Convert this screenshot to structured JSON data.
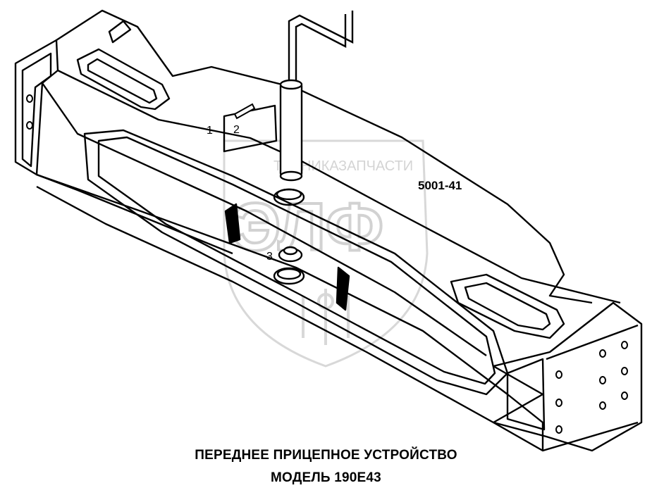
{
  "drawing": {
    "code": "5001-41",
    "callouts": [
      "1",
      "2",
      "3"
    ]
  },
  "watermark": {
    "top_text_left": "ТЕХНИКА",
    "top_text_right": "ЗАПЧАСТИ",
    "logo_text": "ЭЛФ",
    "color": "#d6d6d6"
  },
  "caption": {
    "line1": "ПЕРЕДНЕЕ ПРИЦЕПНОЕ УСТРОЙСТВО",
    "line2": "МОДЕЛЬ 190Е43"
  }
}
